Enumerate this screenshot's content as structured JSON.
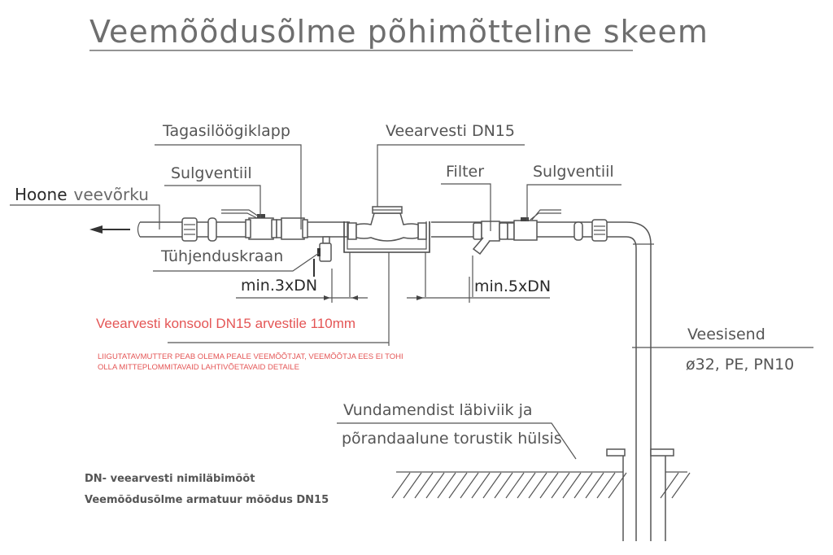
{
  "title": "Veemõõdusõlme põhimõtteline skeem",
  "labels": {
    "hoone_prefix": "Hoone",
    "hoone_suffix": "veevõrku",
    "tagasilöögiklapp": "Tagasilöögiklapp",
    "sulgventiil_left": "Sulgventiil",
    "tühjenduskraan": "Tühjenduskraan",
    "veearvesti": "Veearvesti DN15",
    "filter": "Filter",
    "sulgventiil_right": "Sulgventiil",
    "min3": "min.3xDN",
    "min5": "min.5xDN",
    "veesisend": "Veesisend",
    "veesisend_spec": "ø32, PE, PN10",
    "vundament_line1": "Vundamendist läbiviik ja",
    "vundament_line2": "põrandaalune torustik hülsis"
  },
  "red_notes": {
    "konsool": "Veearvesti konsool DN15 arvestile 110mm",
    "warning_line1": "LIIGUTATAVMUTTER PEAB OLEMA PEALE VEEMÕÕTJAT, VEEMÕÕTJA EES EI TOHI",
    "warning_line2": "OLLA MITTEPLOMMITAVAID LAHTIVÕETAVAID DETAILE"
  },
  "legend": {
    "line1": "DN- veearvesti nimiläbimõõt",
    "line2": "Veemõõdusõlme armatuur mõõdus DN15"
  },
  "colors": {
    "line": "#444444",
    "text": "#555555",
    "annotation_red": "#e45555"
  }
}
